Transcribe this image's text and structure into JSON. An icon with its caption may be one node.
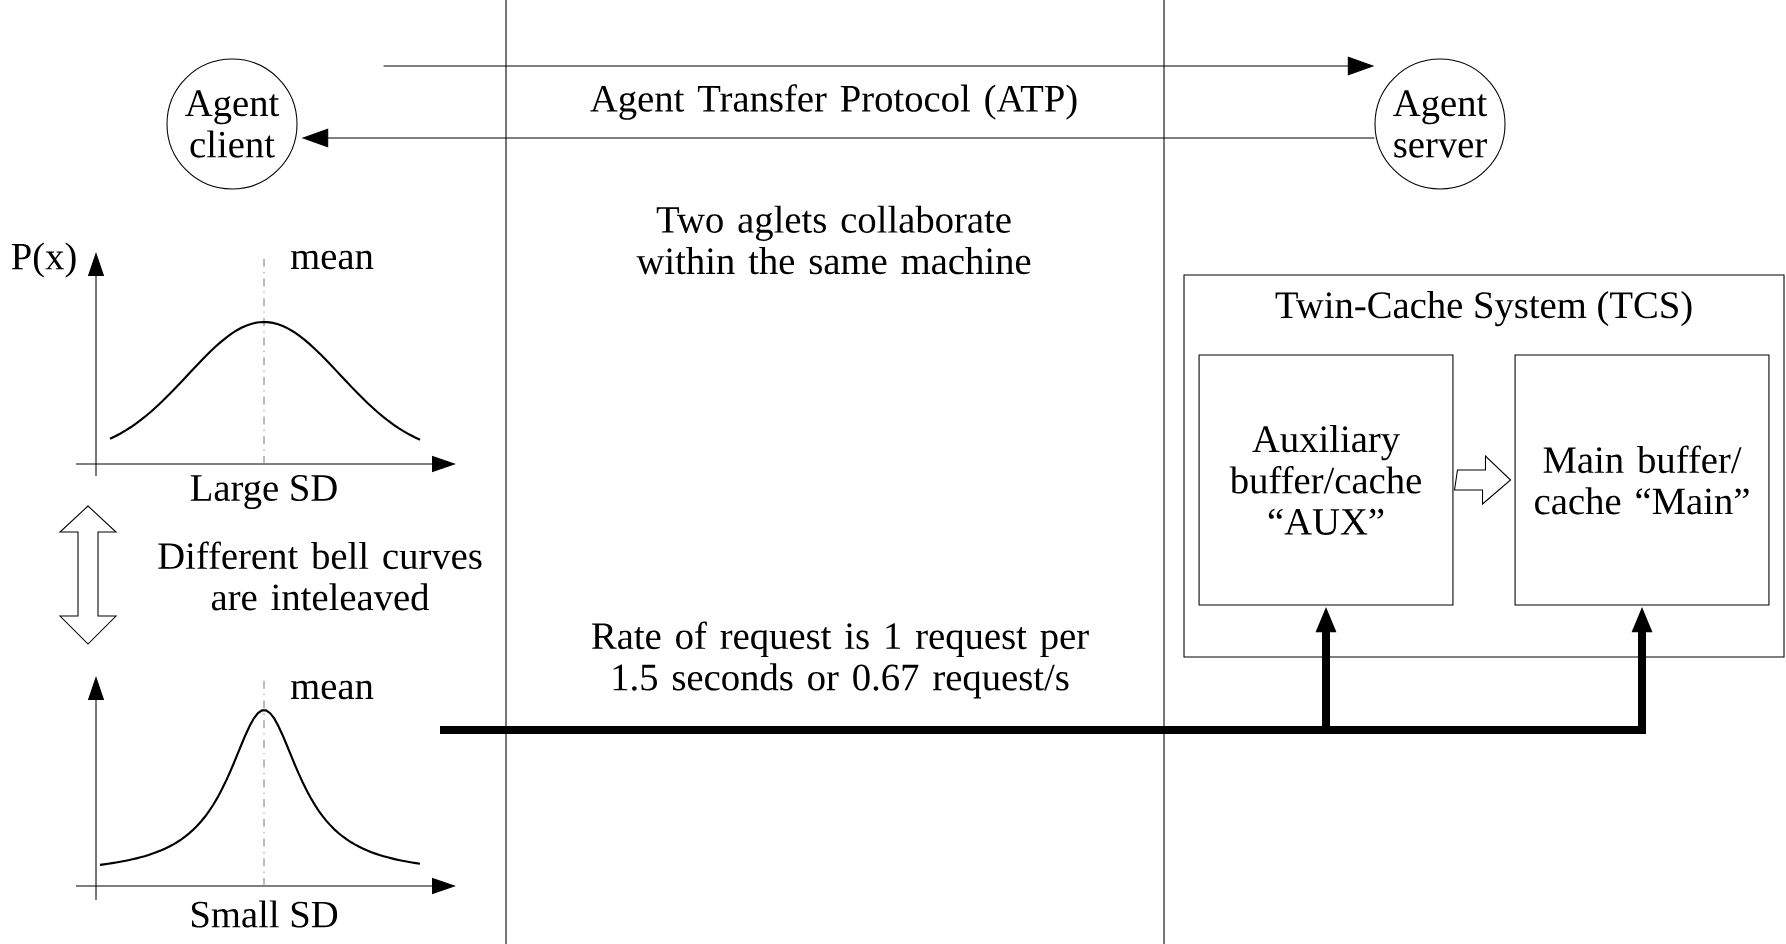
{
  "diagram": {
    "nodes": [
      {
        "text": [
          "Agent client"
        ]
      },
      {
        "text": [
          "Agent server"
        ]
      },
      {
        "text": [
          "Twin-Cache System (TCS)"
        ]
      },
      {
        "text": [
          "Auxiliary buffer/cache “AUX”"
        ],
        "in": 2
      },
      {
        "text": [
          "Main buffer/ cache “Main”"
        ],
        "in": 2
      }
    ],
    "edges": [
      {
        "from": 0,
        "to": 1,
        "arrow": "to"
      },
      {
        "from": 1,
        "to": 0,
        "arrow": "to",
        "label": "Agent Transfer Protocol (ATP)"
      },
      {
        "from": 3,
        "to": 4,
        "arrow": "to"
      },
      {
        "from": null,
        "to": 3,
        "arrow": "to",
        "style": "thick",
        "label": "Rate of request is 1 request per 1.5 seconds or 0.67 request/s"
      },
      {
        "from": null,
        "to": 4,
        "arrow": "to",
        "style": "thick"
      }
    ],
    "labels": [
      "Two aglets collaborate within the same machine",
      "P(x)",
      "mean",
      "Large SD",
      "Different bell curves are inteleaved",
      "mean",
      "Small SD"
    ]
  }
}
